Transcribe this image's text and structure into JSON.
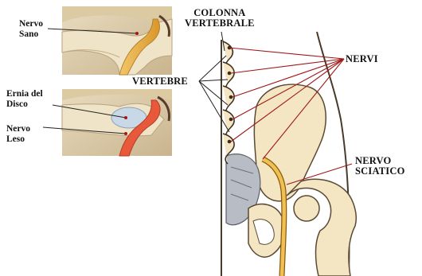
{
  "labels": {
    "nervo_sano": "Nervo\nSano",
    "ernia_disco": "Ernia del\nDisco",
    "nervo_leso": "Nervo\nLeso",
    "colonna": "COLONNA\nVERTEBRALE",
    "vertebre": "VERTEBRE",
    "nervi": "NERVI",
    "sciatico": "NERVO\nSCIATICO"
  },
  "colors": {
    "bone": "#f4e6c2",
    "bone_edge": "#5a4a35",
    "nerve": "#e6a93a",
    "inflamed": "#e8583a",
    "hernia": "#c9d8e6",
    "leader_red": "#a01818",
    "leader_black": "#222222"
  }
}
